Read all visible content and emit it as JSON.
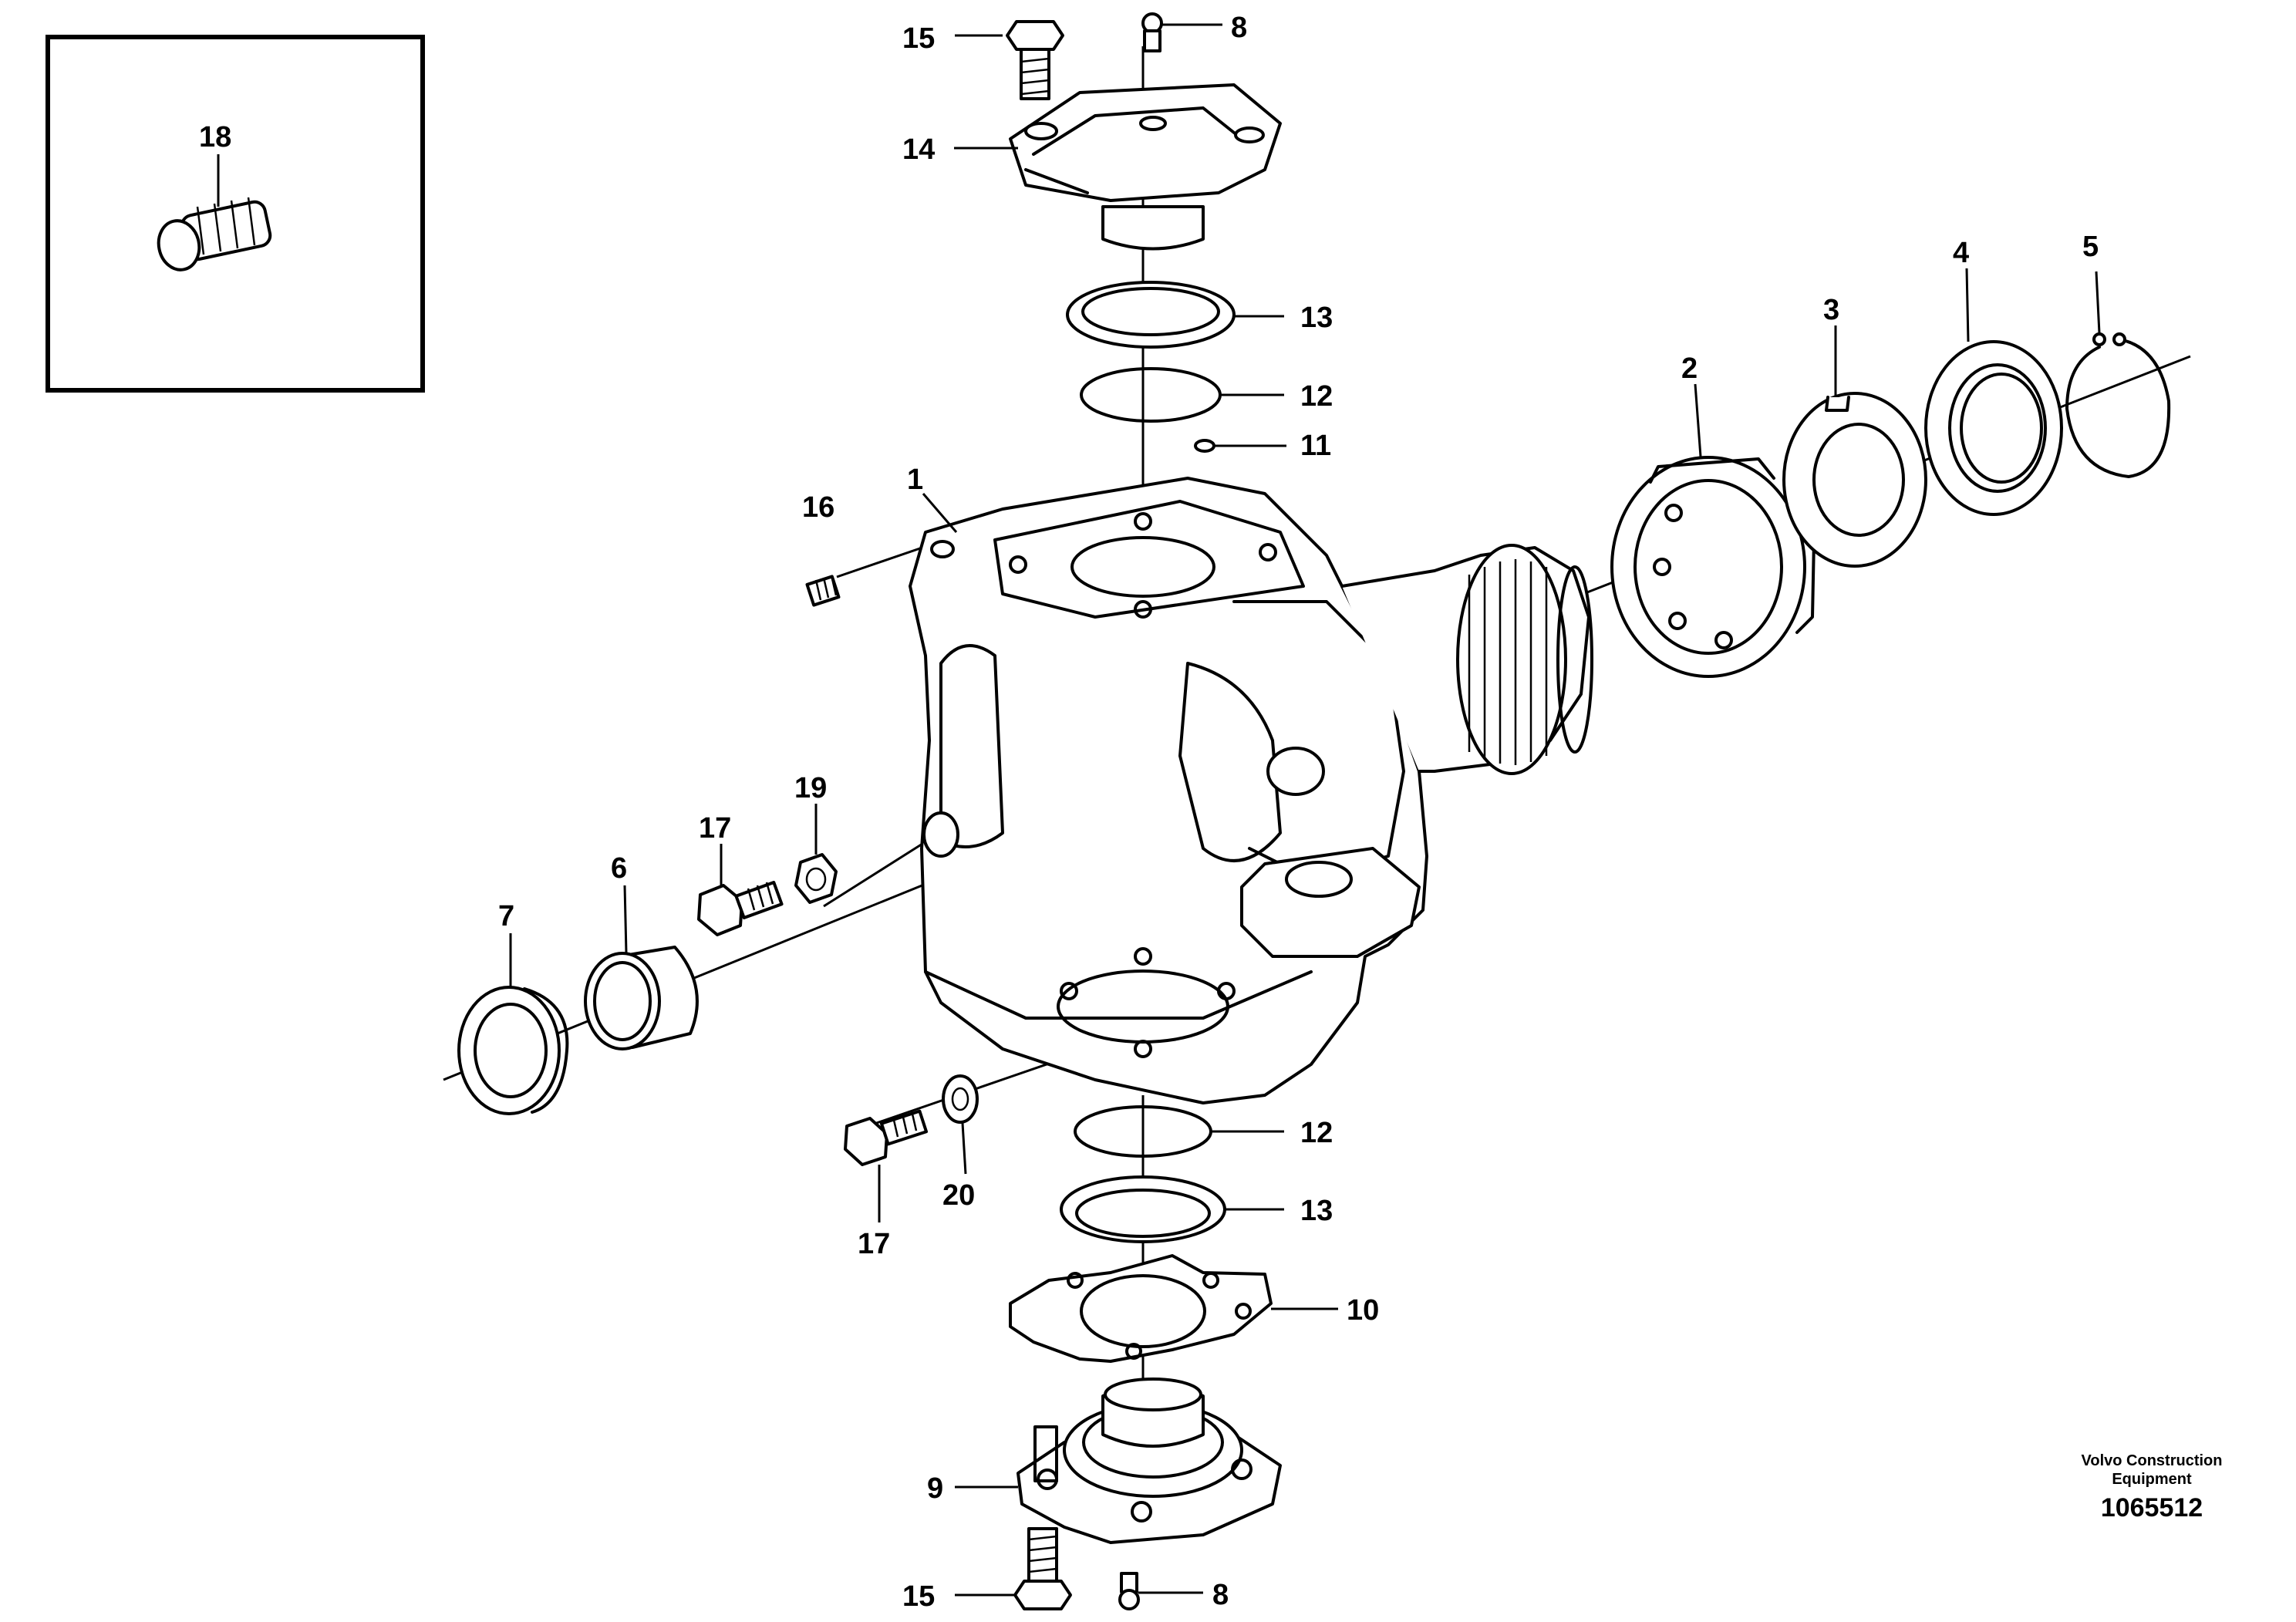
{
  "callouts": [
    {
      "id": "c-15-top",
      "label": "15"
    },
    {
      "id": "c-8-top",
      "label": "8"
    },
    {
      "id": "c-14",
      "label": "14"
    },
    {
      "id": "c-13-top",
      "label": "13"
    },
    {
      "id": "c-12-top",
      "label": "12"
    },
    {
      "id": "c-11",
      "label": "11"
    },
    {
      "id": "c-1",
      "label": "1"
    },
    {
      "id": "c-16",
      "label": "16"
    },
    {
      "id": "c-18",
      "label": "18"
    },
    {
      "id": "c-2",
      "label": "2"
    },
    {
      "id": "c-3",
      "label": "3"
    },
    {
      "id": "c-4",
      "label": "4"
    },
    {
      "id": "c-5",
      "label": "5"
    },
    {
      "id": "c-19",
      "label": "19"
    },
    {
      "id": "c-17-top",
      "label": "17"
    },
    {
      "id": "c-6",
      "label": "6"
    },
    {
      "id": "c-7",
      "label": "7"
    },
    {
      "id": "c-12-bottom",
      "label": "12"
    },
    {
      "id": "c-13-bottom",
      "label": "13"
    },
    {
      "id": "c-20",
      "label": "20"
    },
    {
      "id": "c-17-bottom",
      "label": "17"
    },
    {
      "id": "c-10",
      "label": "10"
    },
    {
      "id": "c-9",
      "label": "9"
    },
    {
      "id": "c-15-bottom",
      "label": "15"
    },
    {
      "id": "c-8-bottom",
      "label": "8"
    }
  ],
  "footer": {
    "company_line1": "Volvo Construction",
    "company_line2": "Equipment",
    "drawing_number": "1065512"
  }
}
